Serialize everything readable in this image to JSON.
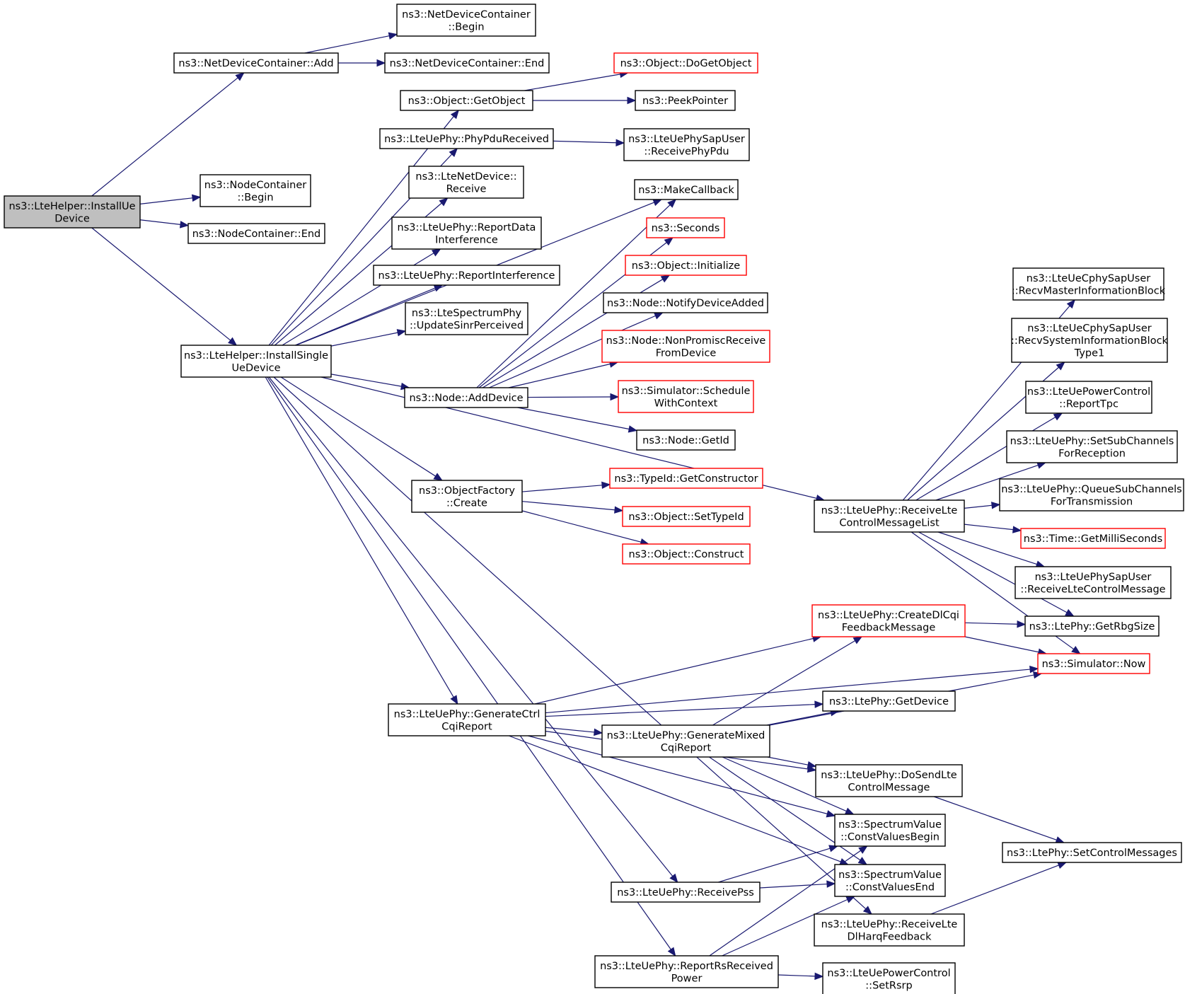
{
  "colors": {
    "edge": "#191970",
    "node_border": "#000000",
    "node_border_truncated": "#ff0000",
    "root_fill": "#bfbfbf",
    "node_fill": "#ffffff"
  },
  "nodes": [
    {
      "id": "root",
      "lines": [
        "ns3::LteHelper::InstallUe",
        "Device"
      ],
      "root": true
    },
    {
      "id": "ndc_add",
      "lines": [
        "ns3::NetDeviceContainer::Add"
      ]
    },
    {
      "id": "ndc_begin",
      "lines": [
        "ns3::NetDeviceContainer",
        "::Begin"
      ]
    },
    {
      "id": "ndc_end",
      "lines": [
        "ns3::NetDeviceContainer::End"
      ]
    },
    {
      "id": "nc_begin",
      "lines": [
        "ns3::NodeContainer",
        "::Begin"
      ]
    },
    {
      "id": "nc_end",
      "lines": [
        "ns3::NodeContainer::End"
      ]
    },
    {
      "id": "install_single",
      "lines": [
        "ns3::LteHelper::InstallSingle",
        "UeDevice"
      ]
    },
    {
      "id": "obj_getobject",
      "lines": [
        "ns3::Object::GetObject"
      ]
    },
    {
      "id": "obj_dogetobject",
      "lines": [
        "ns3::Object::DoGetObject"
      ],
      "truncated": true
    },
    {
      "id": "peekpointer",
      "lines": [
        "ns3::PeekPointer"
      ]
    },
    {
      "id": "phypdu",
      "lines": [
        "ns3::LteUePhy::PhyPduReceived"
      ]
    },
    {
      "id": "sapuser_recvpdu",
      "lines": [
        "ns3::LteUePhySapUser",
        "::ReceivePhyPdu"
      ]
    },
    {
      "id": "netdev_receive",
      "lines": [
        "ns3::LteNetDevice::",
        "Receive"
      ]
    },
    {
      "id": "report_data_intf",
      "lines": [
        "ns3::LteUePhy::ReportData",
        "Interference"
      ]
    },
    {
      "id": "report_intf",
      "lines": [
        "ns3::LteUePhy::ReportInterference"
      ]
    },
    {
      "id": "update_sinr",
      "lines": [
        "ns3::LteSpectrumPhy",
        "::UpdateSinrPerceived"
      ]
    },
    {
      "id": "makecallback",
      "lines": [
        "ns3::MakeCallback"
      ]
    },
    {
      "id": "seconds",
      "lines": [
        "ns3::Seconds"
      ],
      "truncated": true
    },
    {
      "id": "obj_initialize",
      "lines": [
        "ns3::Object::Initialize"
      ],
      "truncated": true
    },
    {
      "id": "notify_added",
      "lines": [
        "ns3::Node::NotifyDeviceAdded"
      ]
    },
    {
      "id": "nonpromisc",
      "lines": [
        "ns3::Node::NonPromiscReceive",
        "FromDevice"
      ],
      "truncated": true
    },
    {
      "id": "node_adddevice",
      "lines": [
        "ns3::Node::AddDevice"
      ]
    },
    {
      "id": "sim_schedule",
      "lines": [
        "ns3::Simulator::Schedule",
        "WithContext"
      ],
      "truncated": true
    },
    {
      "id": "node_getid",
      "lines": [
        "ns3::Node::GetId"
      ]
    },
    {
      "id": "objfactory_create",
      "lines": [
        "ns3::ObjectFactory",
        "::Create"
      ]
    },
    {
      "id": "typeid_getctor",
      "lines": [
        "ns3::TypeId::GetConstructor"
      ],
      "truncated": true
    },
    {
      "id": "obj_settypeid",
      "lines": [
        "ns3::Object::SetTypeId"
      ],
      "truncated": true
    },
    {
      "id": "obj_construct",
      "lines": [
        "ns3::Object::Construct"
      ],
      "truncated": true
    },
    {
      "id": "recv_ctrl_list",
      "lines": [
        "ns3::LteUePhy::ReceiveLte",
        "ControlMessageList"
      ]
    },
    {
      "id": "recv_mib",
      "lines": [
        "ns3::LteUeCphySapUser",
        "::RecvMasterInformationBlock"
      ]
    },
    {
      "id": "recv_sib1",
      "lines": [
        "ns3::LteUeCphySapUser",
        "::RecvSystemInformationBlock",
        "Type1"
      ]
    },
    {
      "id": "report_tpc",
      "lines": [
        "ns3::LteUePowerControl",
        "::ReportTpc"
      ]
    },
    {
      "id": "set_subch_rx",
      "lines": [
        "ns3::LteUePhy::SetSubChannels",
        "ForReception"
      ]
    },
    {
      "id": "queue_subch_tx",
      "lines": [
        "ns3::LteUePhy::QueueSubChannels",
        "ForTransmission"
      ]
    },
    {
      "id": "time_getms",
      "lines": [
        "ns3::Time::GetMilliSeconds"
      ],
      "truncated": true
    },
    {
      "id": "sapuser_recvctrl",
      "lines": [
        "ns3::LteUePhySapUser",
        "::ReceiveLteControlMessage"
      ]
    },
    {
      "id": "create_dlcqi",
      "lines": [
        "ns3::LteUePhy::CreateDlCqi",
        "FeedbackMessage"
      ],
      "truncated": true
    },
    {
      "id": "ltephy_getrbg",
      "lines": [
        "ns3::LtePhy::GetRbgSize"
      ]
    },
    {
      "id": "sim_now",
      "lines": [
        "ns3::Simulator::Now"
      ],
      "truncated": true
    },
    {
      "id": "ltephy_getdevice",
      "lines": [
        "ns3::LtePhy::GetDevice"
      ]
    },
    {
      "id": "gen_ctrl_cqi",
      "lines": [
        "ns3::LteUePhy::GenerateCtrl",
        "CqiReport"
      ]
    },
    {
      "id": "gen_mixed_cqi",
      "lines": [
        "ns3::LteUePhy::GenerateMixed",
        "CqiReport"
      ]
    },
    {
      "id": "do_send_ctrl",
      "lines": [
        "ns3::LteUePhy::DoSendLte",
        "ControlMessage"
      ]
    },
    {
      "id": "sv_begin",
      "lines": [
        "ns3::SpectrumValue",
        "::ConstValuesBegin"
      ]
    },
    {
      "id": "set_ctrl_msgs",
      "lines": [
        "ns3::LtePhy::SetControlMessages"
      ]
    },
    {
      "id": "sv_end",
      "lines": [
        "ns3::SpectrumValue",
        "::ConstValuesEnd"
      ]
    },
    {
      "id": "recv_pss",
      "lines": [
        "ns3::LteUePhy::ReceivePss"
      ]
    },
    {
      "id": "recv_dlharq",
      "lines": [
        "ns3::LteUePhy::ReceiveLte",
        "DlHarqFeedback"
      ]
    },
    {
      "id": "report_rsrp",
      "lines": [
        "ns3::LteUePhy::ReportRsReceived",
        "Power"
      ]
    },
    {
      "id": "set_rsrp",
      "lines": [
        "ns3::LteUePowerControl",
        "::SetRsrp"
      ]
    }
  ],
  "edges": [
    {
      "from": "root",
      "to": "ndc_add"
    },
    {
      "from": "root",
      "to": "nc_begin"
    },
    {
      "from": "root",
      "to": "nc_end"
    },
    {
      "from": "root",
      "to": "install_single"
    },
    {
      "from": "ndc_add",
      "to": "ndc_begin"
    },
    {
      "from": "ndc_add",
      "to": "ndc_end"
    },
    {
      "from": "install_single",
      "to": "obj_getobject"
    },
    {
      "from": "install_single",
      "to": "phypdu"
    },
    {
      "from": "install_single",
      "to": "netdev_receive"
    },
    {
      "from": "install_single",
      "to": "report_data_intf"
    },
    {
      "from": "install_single",
      "to": "report_intf"
    },
    {
      "from": "install_single",
      "to": "update_sinr"
    },
    {
      "from": "install_single",
      "to": "makecallback"
    },
    {
      "from": "install_single",
      "to": "node_adddevice"
    },
    {
      "from": "install_single",
      "to": "objfactory_create"
    },
    {
      "from": "install_single",
      "to": "recv_ctrl_list"
    },
    {
      "from": "install_single",
      "to": "gen_ctrl_cqi"
    },
    {
      "from": "install_single",
      "to": "recv_pss"
    },
    {
      "from": "install_single",
      "to": "recv_dlharq"
    },
    {
      "from": "install_single",
      "to": "report_rsrp"
    },
    {
      "from": "obj_getobject",
      "to": "obj_dogetobject"
    },
    {
      "from": "obj_getobject",
      "to": "peekpointer"
    },
    {
      "from": "phypdu",
      "to": "sapuser_recvpdu"
    },
    {
      "from": "node_adddevice",
      "to": "makecallback"
    },
    {
      "from": "node_adddevice",
      "to": "seconds"
    },
    {
      "from": "node_adddevice",
      "to": "obj_initialize"
    },
    {
      "from": "node_adddevice",
      "to": "notify_added"
    },
    {
      "from": "node_adddevice",
      "to": "nonpromisc"
    },
    {
      "from": "node_adddevice",
      "to": "sim_schedule"
    },
    {
      "from": "node_adddevice",
      "to": "node_getid"
    },
    {
      "from": "objfactory_create",
      "to": "typeid_getctor"
    },
    {
      "from": "objfactory_create",
      "to": "obj_settypeid"
    },
    {
      "from": "objfactory_create",
      "to": "obj_construct"
    },
    {
      "from": "recv_ctrl_list",
      "to": "recv_mib"
    },
    {
      "from": "recv_ctrl_list",
      "to": "recv_sib1"
    },
    {
      "from": "recv_ctrl_list",
      "to": "report_tpc"
    },
    {
      "from": "recv_ctrl_list",
      "to": "set_subch_rx"
    },
    {
      "from": "recv_ctrl_list",
      "to": "queue_subch_tx"
    },
    {
      "from": "recv_ctrl_list",
      "to": "time_getms"
    },
    {
      "from": "recv_ctrl_list",
      "to": "sapuser_recvctrl"
    },
    {
      "from": "recv_ctrl_list",
      "to": "ltephy_getrbg"
    },
    {
      "from": "recv_ctrl_list",
      "to": "sim_now"
    },
    {
      "from": "create_dlcqi",
      "to": "ltephy_getrbg"
    },
    {
      "from": "create_dlcqi",
      "to": "sim_now"
    },
    {
      "from": "gen_ctrl_cqi",
      "to": "create_dlcqi"
    },
    {
      "from": "gen_ctrl_cqi",
      "to": "sim_now"
    },
    {
      "from": "gen_ctrl_cqi",
      "to": "ltephy_getdevice"
    },
    {
      "from": "gen_ctrl_cqi",
      "to": "gen_mixed_cqi"
    },
    {
      "from": "gen_ctrl_cqi",
      "to": "do_send_ctrl"
    },
    {
      "from": "gen_ctrl_cqi",
      "to": "sv_begin"
    },
    {
      "from": "gen_ctrl_cqi",
      "to": "sv_end"
    },
    {
      "from": "gen_mixed_cqi",
      "to": "create_dlcqi"
    },
    {
      "from": "gen_mixed_cqi",
      "to": "ltephy_getdevice"
    },
    {
      "from": "gen_mixed_cqi",
      "to": "sim_now"
    },
    {
      "from": "gen_mixed_cqi",
      "to": "do_send_ctrl"
    },
    {
      "from": "gen_mixed_cqi",
      "to": "sv_begin"
    },
    {
      "from": "gen_mixed_cqi",
      "to": "sv_end"
    },
    {
      "from": "do_send_ctrl",
      "to": "set_ctrl_msgs"
    },
    {
      "from": "recv_pss",
      "to": "sv_begin"
    },
    {
      "from": "recv_pss",
      "to": "sv_end"
    },
    {
      "from": "recv_dlharq",
      "to": "set_ctrl_msgs"
    },
    {
      "from": "report_rsrp",
      "to": "sv_begin"
    },
    {
      "from": "report_rsrp",
      "to": "sv_end"
    },
    {
      "from": "report_rsrp",
      "to": "set_rsrp"
    }
  ]
}
